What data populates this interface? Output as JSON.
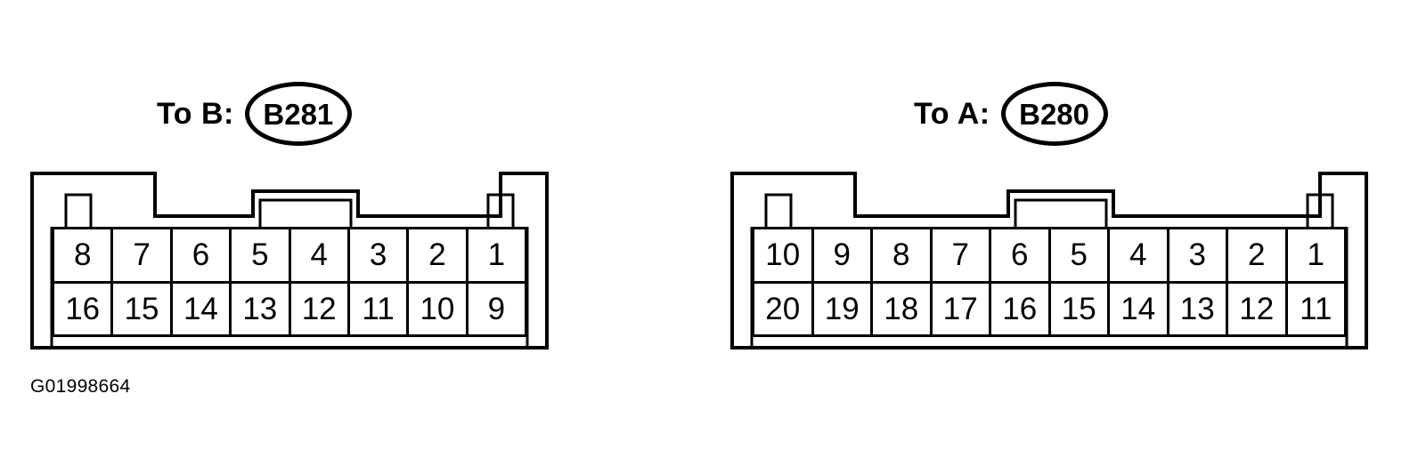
{
  "diagram": {
    "caption": "G01998664",
    "line_color": "#000000",
    "background_color": "#ffffff",
    "connectors": [
      {
        "id": "connector-b",
        "header_prefix": "To B:",
        "oval_label": "B281",
        "columns": 8,
        "rows": [
          [
            "8",
            "7",
            "6",
            "5",
            "4",
            "3",
            "2",
            "1"
          ],
          [
            "16",
            "15",
            "14",
            "13",
            "12",
            "11",
            "10",
            "9"
          ]
        ]
      },
      {
        "id": "connector-a",
        "header_prefix": "To A:",
        "oval_label": "B280",
        "columns": 10,
        "rows": [
          [
            "10",
            "9",
            "8",
            "7",
            "6",
            "5",
            "4",
            "3",
            "2",
            "1"
          ],
          [
            "20",
            "19",
            "18",
            "17",
            "16",
            "15",
            "14",
            "13",
            "12",
            "11"
          ]
        ]
      }
    ]
  }
}
